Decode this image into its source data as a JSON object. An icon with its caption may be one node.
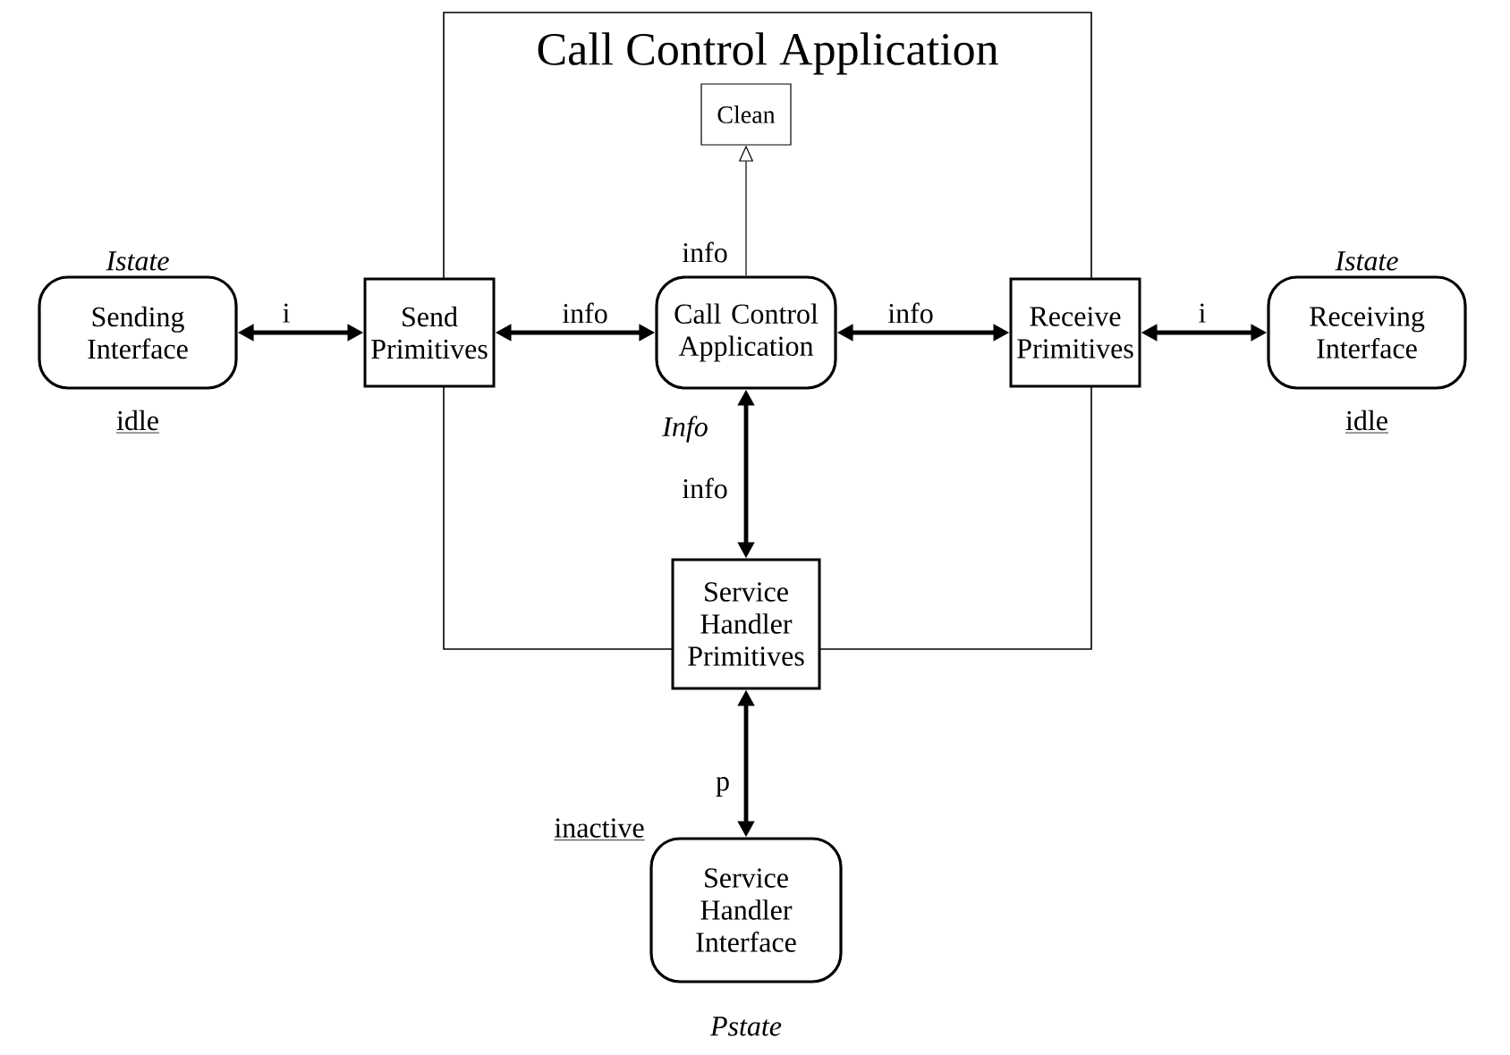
{
  "diagram": {
    "nodes": [
      {
        "text": [
          "Call Control Application"
        ]
      },
      {
        "text": [
          "Clean"
        ],
        "in": 0
      },
      {
        "text": [
          "Sending Interface"
        ],
        "beside": [
          "Istate",
          "idle"
        ]
      },
      {
        "text": [
          "Send Primitives"
        ]
      },
      {
        "text": [
          "Call Control Application"
        ],
        "in": 0,
        "beside": [
          "Info"
        ]
      },
      {
        "text": [
          "Receive Primitives"
        ]
      },
      {
        "text": [
          "Receiving Interface"
        ],
        "beside": [
          "Istate",
          "idle"
        ]
      },
      {
        "text": [
          "Service Handler Primitives"
        ]
      },
      {
        "text": [
          "Service Handler Interface"
        ],
        "beside": [
          "inactive",
          "Pstate"
        ]
      }
    ],
    "edges": [
      {
        "from": 2,
        "to": 3,
        "arrow": "both",
        "label": "i"
      },
      {
        "from": 3,
        "to": 4,
        "arrow": "both",
        "label": "info"
      },
      {
        "from": 4,
        "to": 5,
        "arrow": "both",
        "label": "info"
      },
      {
        "from": 5,
        "to": 6,
        "arrow": "both",
        "label": "i"
      },
      {
        "from": 4,
        "to": 1,
        "arrow": "to",
        "label": "info"
      },
      {
        "from": 4,
        "to": 7,
        "arrow": "both",
        "label": "info"
      },
      {
        "from": 7,
        "to": 8,
        "arrow": "both",
        "label": "p"
      }
    ]
  }
}
